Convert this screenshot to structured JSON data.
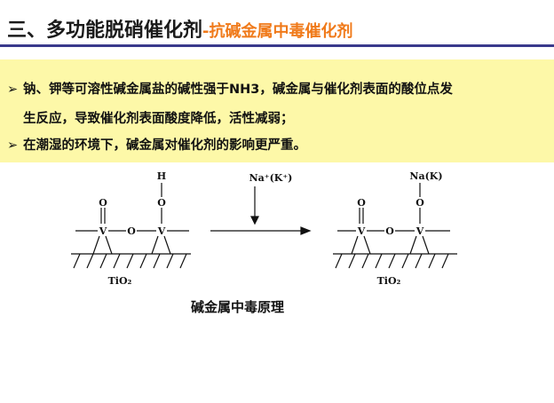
{
  "title": {
    "main": "三、多功能脱硝催化剂",
    "sub": "-抗碱金属中毒催化剂"
  },
  "bullets": [
    "钠、钾等可溶性碱金属盐的碱性强于NH3，碱金属与催化剂表面的酸位点发",
    "生反应，导致催化剂表面酸度降低，活性减弱；",
    "在潮湿的环境下，碱金属对催化剂的影响更严重。"
  ],
  "bullet_marker": "➢",
  "diagram": {
    "left_h": "H",
    "o": "O",
    "v": "V",
    "support": "TiO₂",
    "reagent": "Na⁺(K⁺)",
    "right_na": "Na(K)"
  },
  "caption": "碱金属中毒原理",
  "colors": {
    "title_sub": "#f07a1a",
    "rule": "#3a3a8c",
    "bullet_bg": "#fdf8a8"
  }
}
